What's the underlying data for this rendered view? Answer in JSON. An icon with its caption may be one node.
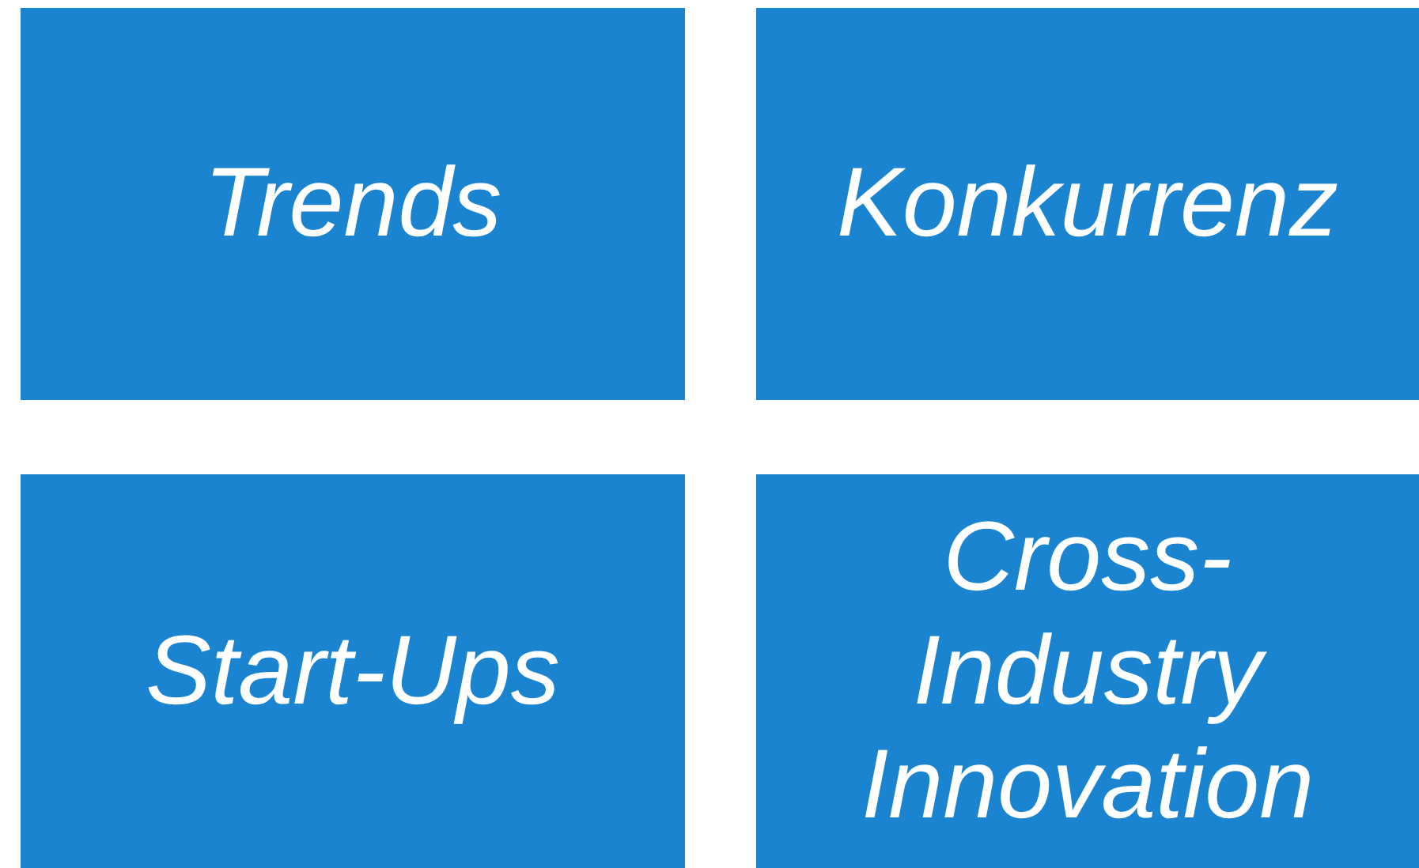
{
  "diagram": {
    "nodes": [
      {
        "text": [
          "Trends"
        ]
      },
      {
        "text": [
          "Konkurrenz"
        ]
      },
      {
        "text": [
          "Start-Ups"
        ]
      },
      {
        "text": [
          "Cross-Industry Innovation"
        ]
      }
    ]
  }
}
